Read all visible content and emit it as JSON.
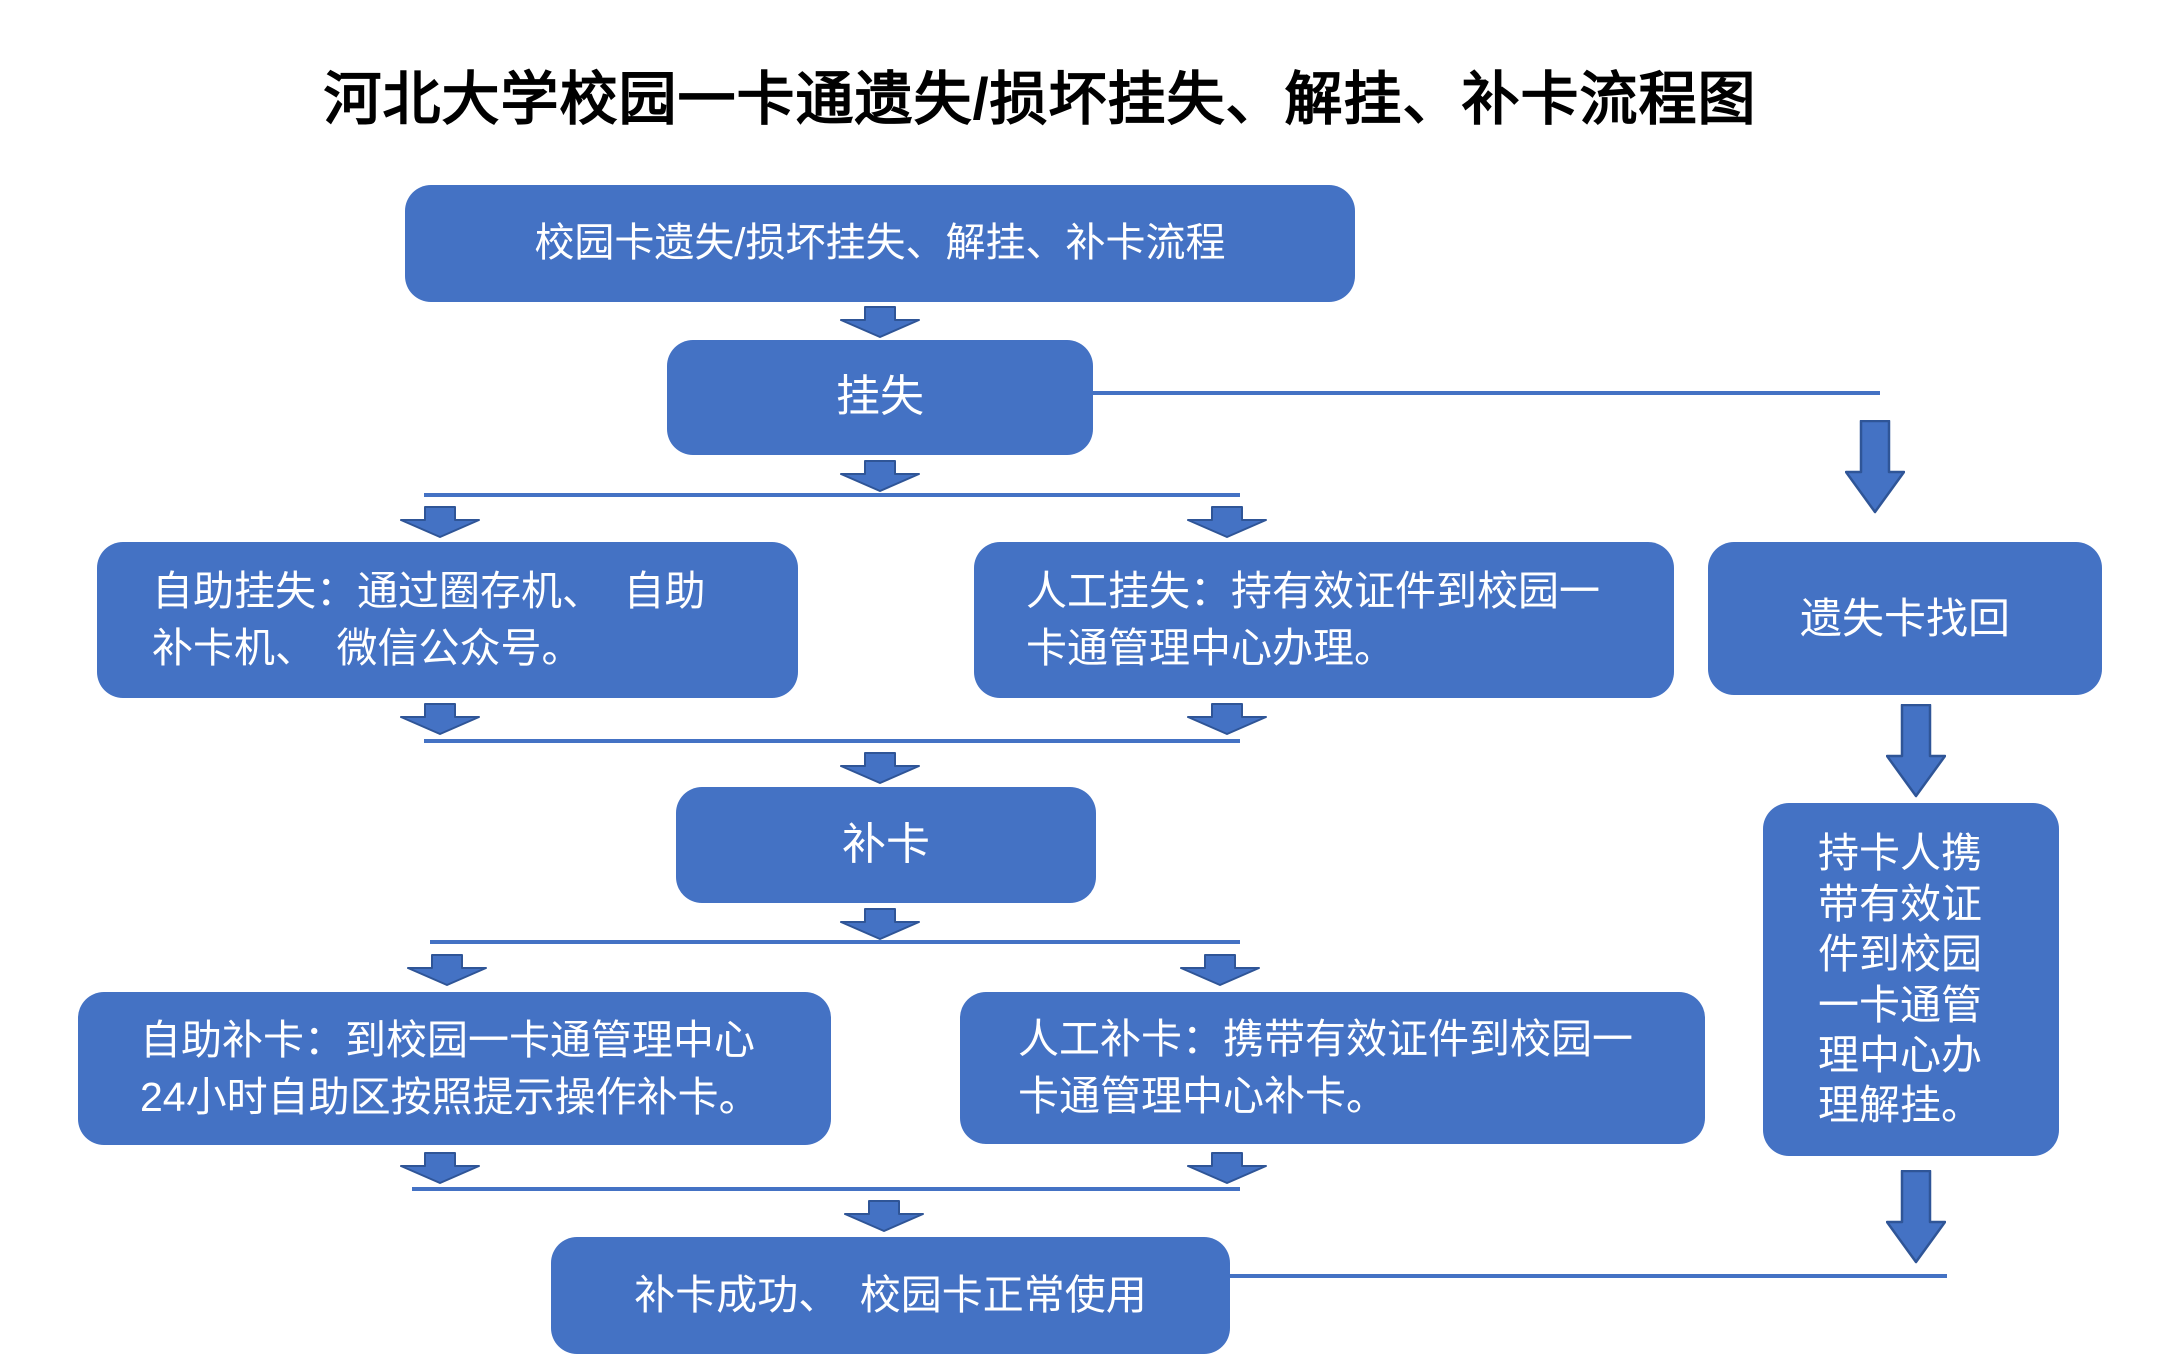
{
  "title": "河北大学校园一卡通遗失/损坏挂失、解挂、补卡流程图",
  "colors": {
    "node_fill": "#4472C4",
    "node_text": "#ffffff",
    "arrow_fill": "#4472C4",
    "arrow_stroke": "#2F5597",
    "connector": "#4472C4",
    "title_color": "#000000",
    "background": "#ffffff"
  },
  "nodes": {
    "process_overview": {
      "label": "校园卡遗失/损坏挂失、解挂、补卡流程"
    },
    "report_loss": {
      "label": "挂失"
    },
    "self_report_loss": {
      "label": "自助挂失：通过圈存机、　自助补卡机、　微信公众号。"
    },
    "manual_report_loss": {
      "label": "人工挂失：持有效证件到校园一卡通管理中心办理。"
    },
    "lost_card_found": {
      "label": "遗失卡找回"
    },
    "replace_card": {
      "label": "补卡"
    },
    "self_replace_card": {
      "label": "自助补卡：到校园一卡通管理中心24小时自助区按照提示操作补卡。"
    },
    "manual_replace_card": {
      "label": "人工补卡：携带有效证件到校园一卡通管理中心补卡。"
    },
    "unreport_loss": {
      "label": "持卡人携带有效证件到校园一卡通管理中心办理解挂。"
    },
    "success": {
      "label": "补卡成功、　校园卡正常使用"
    }
  }
}
